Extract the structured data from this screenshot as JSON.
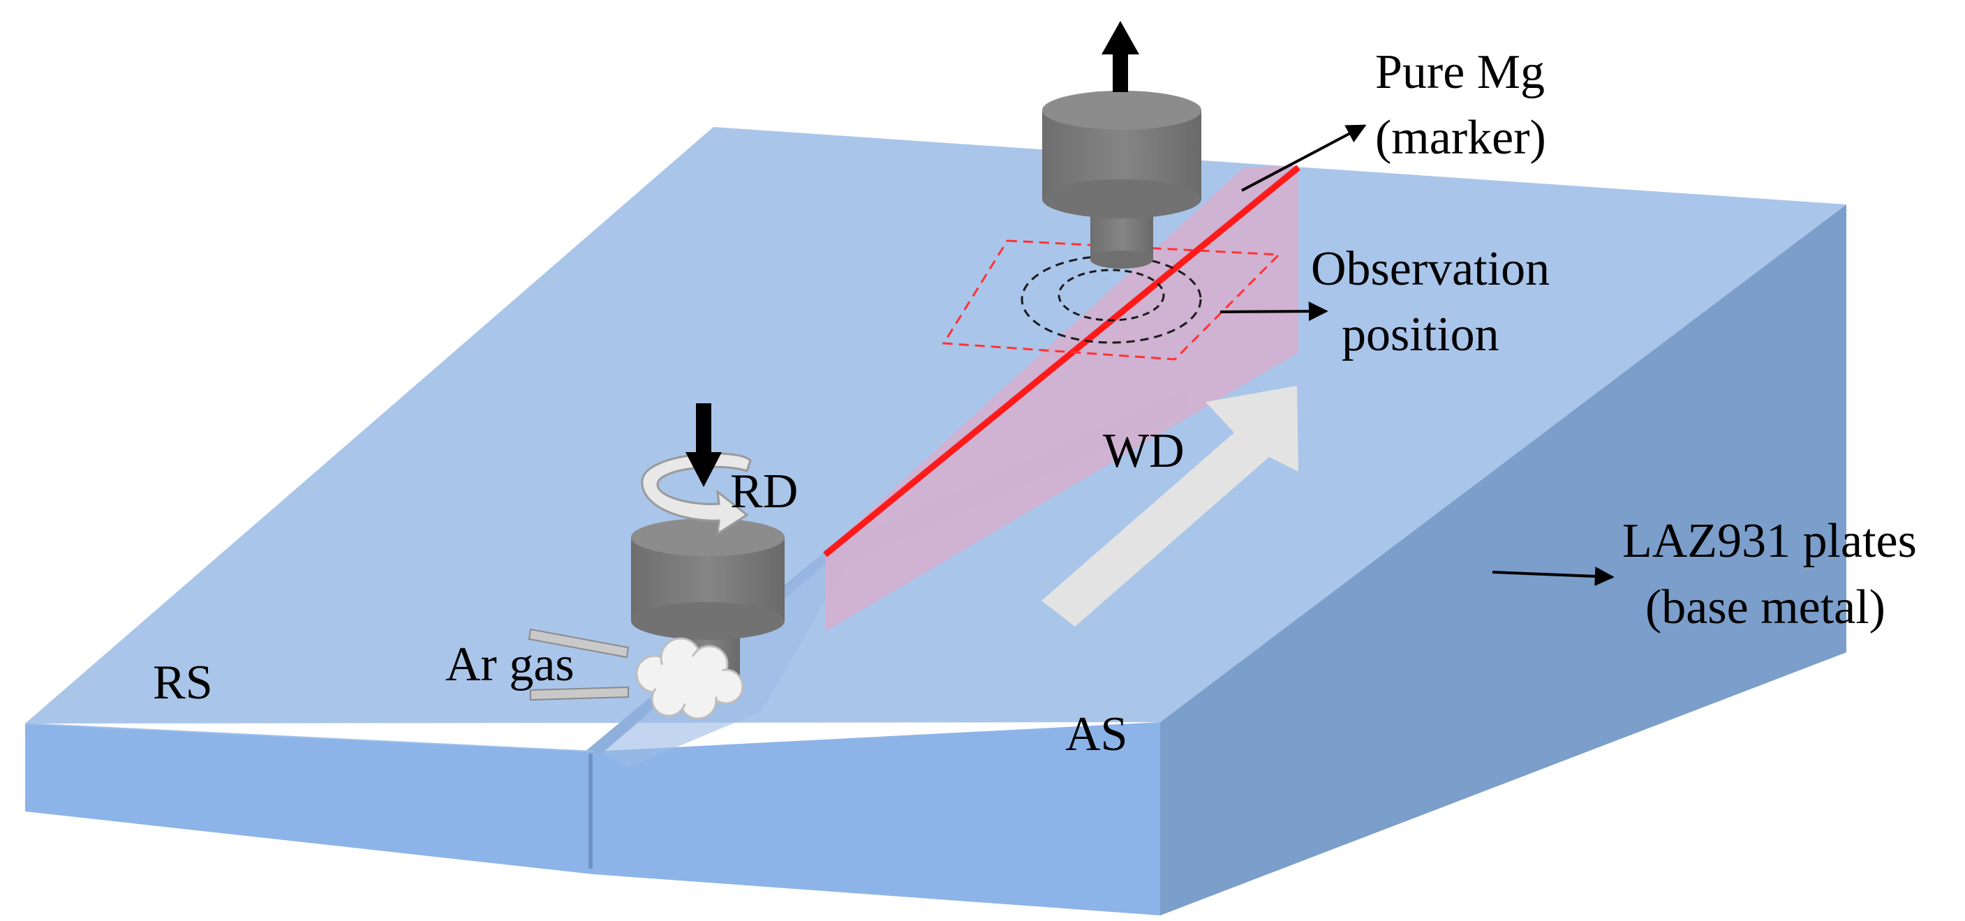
{
  "labels": {
    "marker_line1": "Pure Mg",
    "marker_line2": "(marker)",
    "observation_line1": "Observation",
    "observation_line2": "position",
    "welding_direction": "WD",
    "rotation_direction": "RD",
    "shielding_gas": "Ar gas",
    "retreating_side": "RS",
    "advancing_side": "AS",
    "plates_line1": "LAZ931 plates",
    "plates_line2": "(base metal)"
  },
  "colors": {
    "plate_top": "#a9c5ea",
    "plate_front": "#8db4e8",
    "plate_side": "#7b9ecb",
    "marker_line": "#ff0000",
    "observation_region": "#ff0000",
    "tool": "#7f7f7f",
    "direction_arrow": "#e3e3e3",
    "label_arrow": "#000000"
  },
  "icons": {
    "tool_top": "cylindrical-tool-icon",
    "tool_bottom": "rotating-tool-icon",
    "rotation": "curved-rotation-arrow-icon",
    "gas": "gas-cloud-icon",
    "withdraw": "up-arrow-icon",
    "plunge": "down-arrow-icon"
  }
}
